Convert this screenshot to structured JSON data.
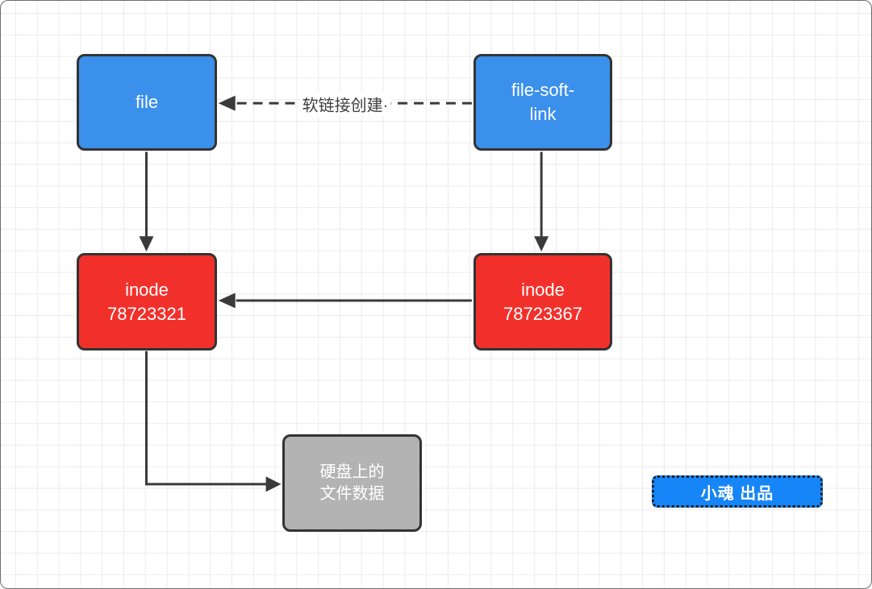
{
  "colors": {
    "node_blue": "#3b90eb",
    "node_red": "#f2302b",
    "node_gray": "#b3b3b3",
    "node_border": "#333333",
    "node_text": "#ffffff",
    "arrow": "#3a3a3a",
    "edge_label_text": "#3f3f3f",
    "badge_blue": "#1685f7",
    "badge_border": "#1d1d1d",
    "grid_line": "#ebebeb",
    "canvas_bg": "#ffffff",
    "frame_border": "#6e6e6e"
  },
  "diagram": {
    "nodes": {
      "file": {
        "label": "file"
      },
      "file_soft_link": {
        "label": "file-soft-\nlink"
      },
      "inode_left": {
        "label": "inode\n78723321"
      },
      "inode_right": {
        "label": "inode\n78723367"
      },
      "disk_data": {
        "label": "硬盘上的\n文件数据"
      }
    },
    "edges": {
      "soft_link_create": {
        "label": "软链接创建·"
      }
    },
    "badge": {
      "label": "小魂 出品"
    }
  }
}
